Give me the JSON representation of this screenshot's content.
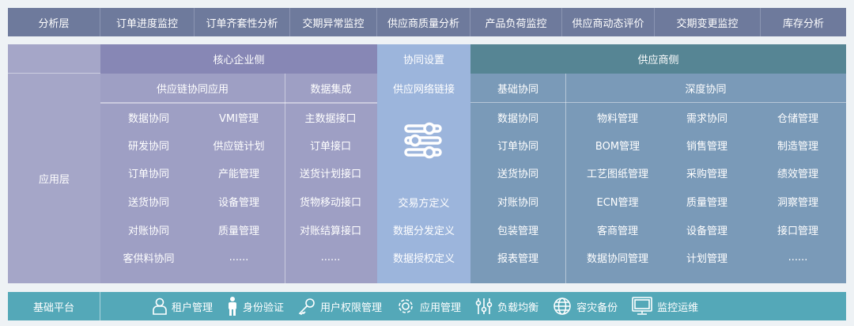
{
  "analysis": {
    "label": "分析层",
    "items": [
      "订单进度监控",
      "订单齐套性分析",
      "交期异常监控",
      "供应商质量分析",
      "产品负荷监控",
      "供应商动态评价",
      "交期变更监控",
      "库存分析"
    ]
  },
  "app": {
    "label": "应用层",
    "core": {
      "title": "核心企业侧",
      "scm": {
        "title": "供应链协同应用",
        "col1": [
          "数据协同",
          "研发协同",
          "订单协同",
          "送货协同",
          "对账协同",
          "客供料协同"
        ],
        "col2": [
          "VMI管理",
          "供应链计划",
          "产能管理",
          "设备管理",
          "质量管理",
          "......"
        ]
      },
      "integration": {
        "title": "数据集成",
        "items": [
          "主数据接口",
          "订单接口",
          "送货计划接口",
          "货物移动接口",
          "对账结算接口",
          "......"
        ]
      }
    },
    "collab": {
      "title": "协同设置",
      "network": "供应网络链接",
      "icon": "sliders-icon",
      "items": [
        "交易方定义",
        "数据分发定义",
        "数据授权定义"
      ]
    },
    "supplier": {
      "title": "供应商侧",
      "basic": {
        "title": "基础协同",
        "items": [
          "数据协同",
          "订单协同",
          "送货协同",
          "对账协同",
          "包装管理",
          "报表管理"
        ]
      },
      "deep": {
        "title": "深度协同",
        "col1": [
          "物料管理",
          "BOM管理",
          "工艺图纸管理",
          "ECN管理",
          "客商管理",
          "数据协同管理"
        ],
        "col2": [
          "需求协同",
          "销售管理",
          "采购管理",
          "质量管理",
          "设备管理",
          "计划管理"
        ],
        "col3": [
          "仓储管理",
          "制造管理",
          "绩效管理",
          "洞察管理",
          "接口管理",
          "......"
        ]
      }
    }
  },
  "platform": {
    "label": "基础平台",
    "items": [
      {
        "label": "租户管理",
        "icon": "user-icon"
      },
      {
        "label": "身份验证",
        "icon": "person-icon"
      },
      {
        "label": "用户权限管理",
        "icon": "key-icon"
      },
      {
        "label": "应用管理",
        "icon": "gear-icon"
      },
      {
        "label": "负载均衡",
        "icon": "sliders-icon"
      },
      {
        "label": "容灾备份",
        "icon": "globe-icon"
      },
      {
        "label": "监控运维",
        "icon": "monitor-icon"
      }
    ]
  },
  "colors": {
    "analysis": "#6e7a9c",
    "app_label": "#a5a6c8",
    "core_header": "#8787b5",
    "core_body": "#9e9fc4",
    "collab": "#9cb5dc",
    "supplier_header": "#568594",
    "supplier_body": "#7a9ab8",
    "platform": "#54a8b8"
  }
}
